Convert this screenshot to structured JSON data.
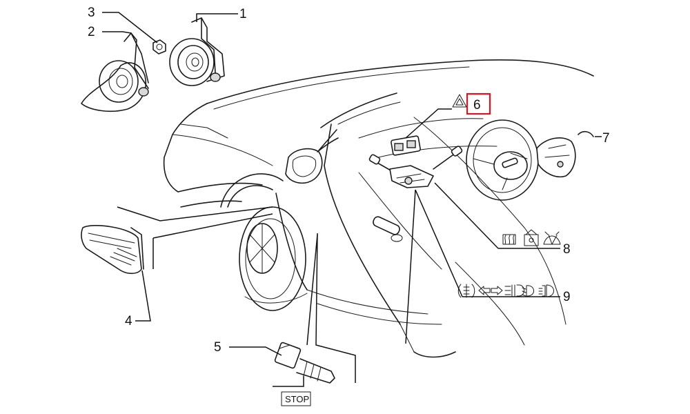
{
  "callouts": {
    "c1": "1",
    "c2": "2",
    "c3": "3",
    "c4": "4",
    "c5": "5",
    "c6": "6",
    "c7": "7",
    "c8": "8",
    "c9": "9"
  },
  "stop_label": "STOP",
  "highlight_color": "#e0141e",
  "highlighted_callout": "6",
  "icons": {
    "hazard": "hazard-triangle-icon",
    "row8": [
      "rear-defrost-icon",
      "interior-light-icon",
      "wiper-icon"
    ],
    "row9": [
      "side-light-icon",
      "turn-left-icon",
      "turn-right-icon",
      "fog-light-icon",
      "low-beam-icon",
      "high-beam-icon"
    ]
  }
}
